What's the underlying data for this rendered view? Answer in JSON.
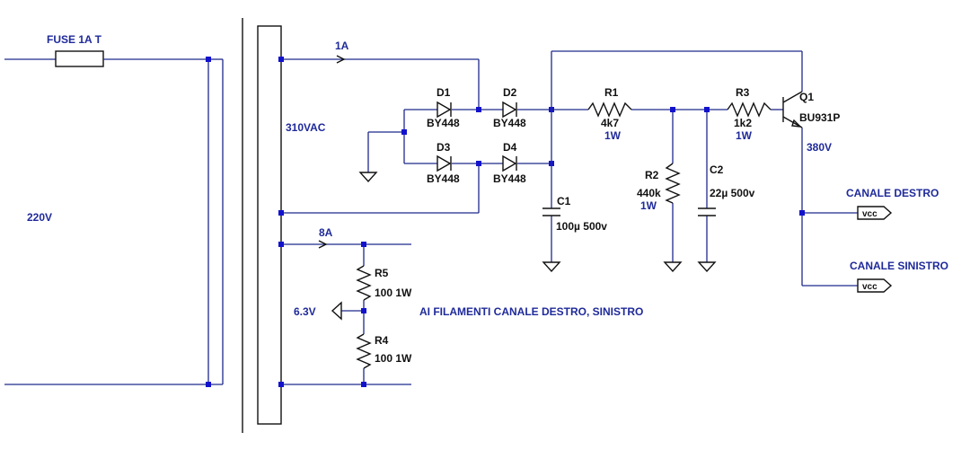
{
  "labels": {
    "fuse": "FUSE 1A T",
    "mains": "220V",
    "secondary_hv": "310VAC",
    "current_hv": "1A",
    "current_fil": "8A",
    "fil_voltage": "6.3V",
    "filament_note": "AI FILAMENTI CANALE DESTRO, SINISTRO",
    "out_voltage": "380V",
    "out_right": "CANALE DESTRO",
    "out_left": "CANALE SINISTRO",
    "vcc": "vcc"
  },
  "components": {
    "d1": {
      "ref": "D1",
      "value": "BY448"
    },
    "d2": {
      "ref": "D2",
      "value": "BY448"
    },
    "d3": {
      "ref": "D3",
      "value": "BY448"
    },
    "d4": {
      "ref": "D4",
      "value": "BY448"
    },
    "r1": {
      "ref": "R1",
      "value": "4k7",
      "power": "1W"
    },
    "r2": {
      "ref": "R2",
      "value": "440k",
      "power": "1W"
    },
    "r3": {
      "ref": "R3",
      "value": "1k2",
      "power": "1W"
    },
    "r4": {
      "ref": "R4",
      "value": "100 1W"
    },
    "r5": {
      "ref": "R5",
      "value": "100 1W"
    },
    "c1": {
      "ref": "C1",
      "value": "100µ 500v"
    },
    "c2": {
      "ref": "C2",
      "value": "22µ 500v"
    },
    "q1": {
      "ref": "Q1",
      "value": "BU931P"
    }
  },
  "colors": {
    "wire": "#1f2a8c",
    "junction": "#1212cc",
    "annotation": "#1f2a9a",
    "component": "#111111"
  }
}
